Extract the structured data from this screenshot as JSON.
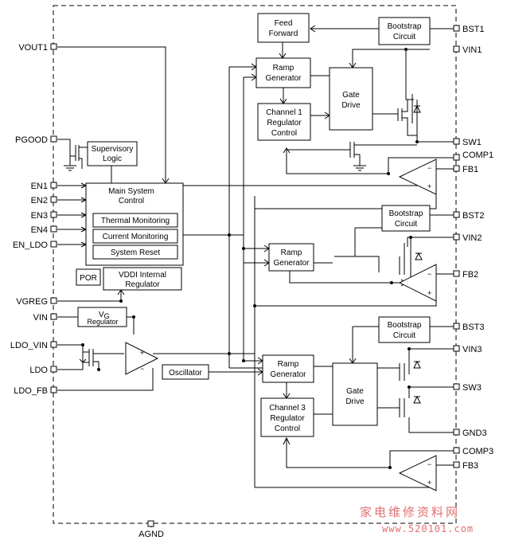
{
  "pins_left": {
    "vout1": "VOUT1",
    "pgood": "PGOOD",
    "en1": "EN1",
    "en2": "EN2",
    "en3": "EN3",
    "en4": "EN4",
    "en_ldo": "EN_LDO",
    "vgreg": "VGREG",
    "vin": "VIN",
    "ldo_vin": "LDO_VIN",
    "ldo": "LDO",
    "ldo_fb": "LDO_FB"
  },
  "pins_right": {
    "bst1": "BST1",
    "vin1": "VIN1",
    "sw1": "SW1",
    "comp1": "COMP1",
    "fb1": "FB1",
    "bst2": "BST2",
    "vin2": "VIN2",
    "fb2": "FB2",
    "bst3": "BST3",
    "vin3": "VIN3",
    "sw3": "SW3",
    "gnd3": "GND3",
    "comp3": "COMP3",
    "fb3": "FB3"
  },
  "pin_bottom": {
    "agnd": "AGND"
  },
  "blocks": {
    "feed_forward": [
      "Feed",
      "Forward"
    ],
    "bootstrap1": [
      "Bootstrap",
      "Circuit"
    ],
    "ramp1": [
      "Ramp",
      "Generator"
    ],
    "gate_drive1": [
      "Gate",
      "Drive"
    ],
    "channel1": [
      "Channel 1",
      "Regulator",
      "Control"
    ],
    "supervisory": [
      "Supervisory",
      "Logic"
    ],
    "main_system": [
      "Main System",
      "Control"
    ],
    "thermal": "Thermal Monitoring",
    "current": "Current Monitoring",
    "reset": "System Reset",
    "por": "POR",
    "vddi": [
      "VDDI Internal",
      "Regulator"
    ],
    "vg_main": "V",
    "vg_sub": "G",
    "vg_reg": "Regulator",
    "bootstrap2": [
      "Bootstrap",
      "Circuit"
    ],
    "ramp2": [
      "Ramp",
      "Generator"
    ],
    "bootstrap3": [
      "Bootstrap",
      "Circuit"
    ],
    "oscillator": "Oscillator",
    "ramp3": [
      "Ramp",
      "Generator"
    ],
    "gate_drive3": [
      "Gate",
      "Drive"
    ],
    "channel3": [
      "Channel 3",
      "Regulator",
      "Control"
    ]
  },
  "amp_signs": {
    "plus": "+",
    "minus": "−"
  },
  "watermark": {
    "cn": "家电维修资料网",
    "url": "www.520101.com"
  }
}
